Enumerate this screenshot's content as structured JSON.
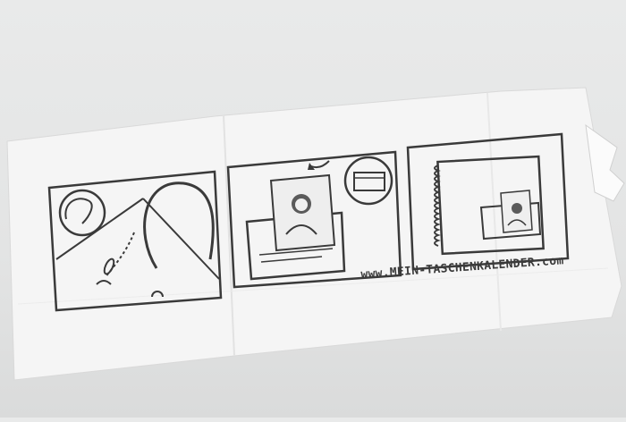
{
  "photo": {
    "subject": "Folded paper instruction sheet with three illustrated panels",
    "brand_text": "www.MEIN-TASCHENKALENDER.com"
  },
  "panels": [
    {
      "name": "panel-remove-pocket",
      "icon": "pocket-peel-icon"
    },
    {
      "name": "panel-insert-photo",
      "icon": "photo-insert-icon"
    },
    {
      "name": "panel-calendar-result",
      "icon": "spiral-calendar-icon"
    }
  ],
  "colors": {
    "paper": "#f7f7f7",
    "ink": "#3a3a3a",
    "background": "#e4e5e5"
  }
}
